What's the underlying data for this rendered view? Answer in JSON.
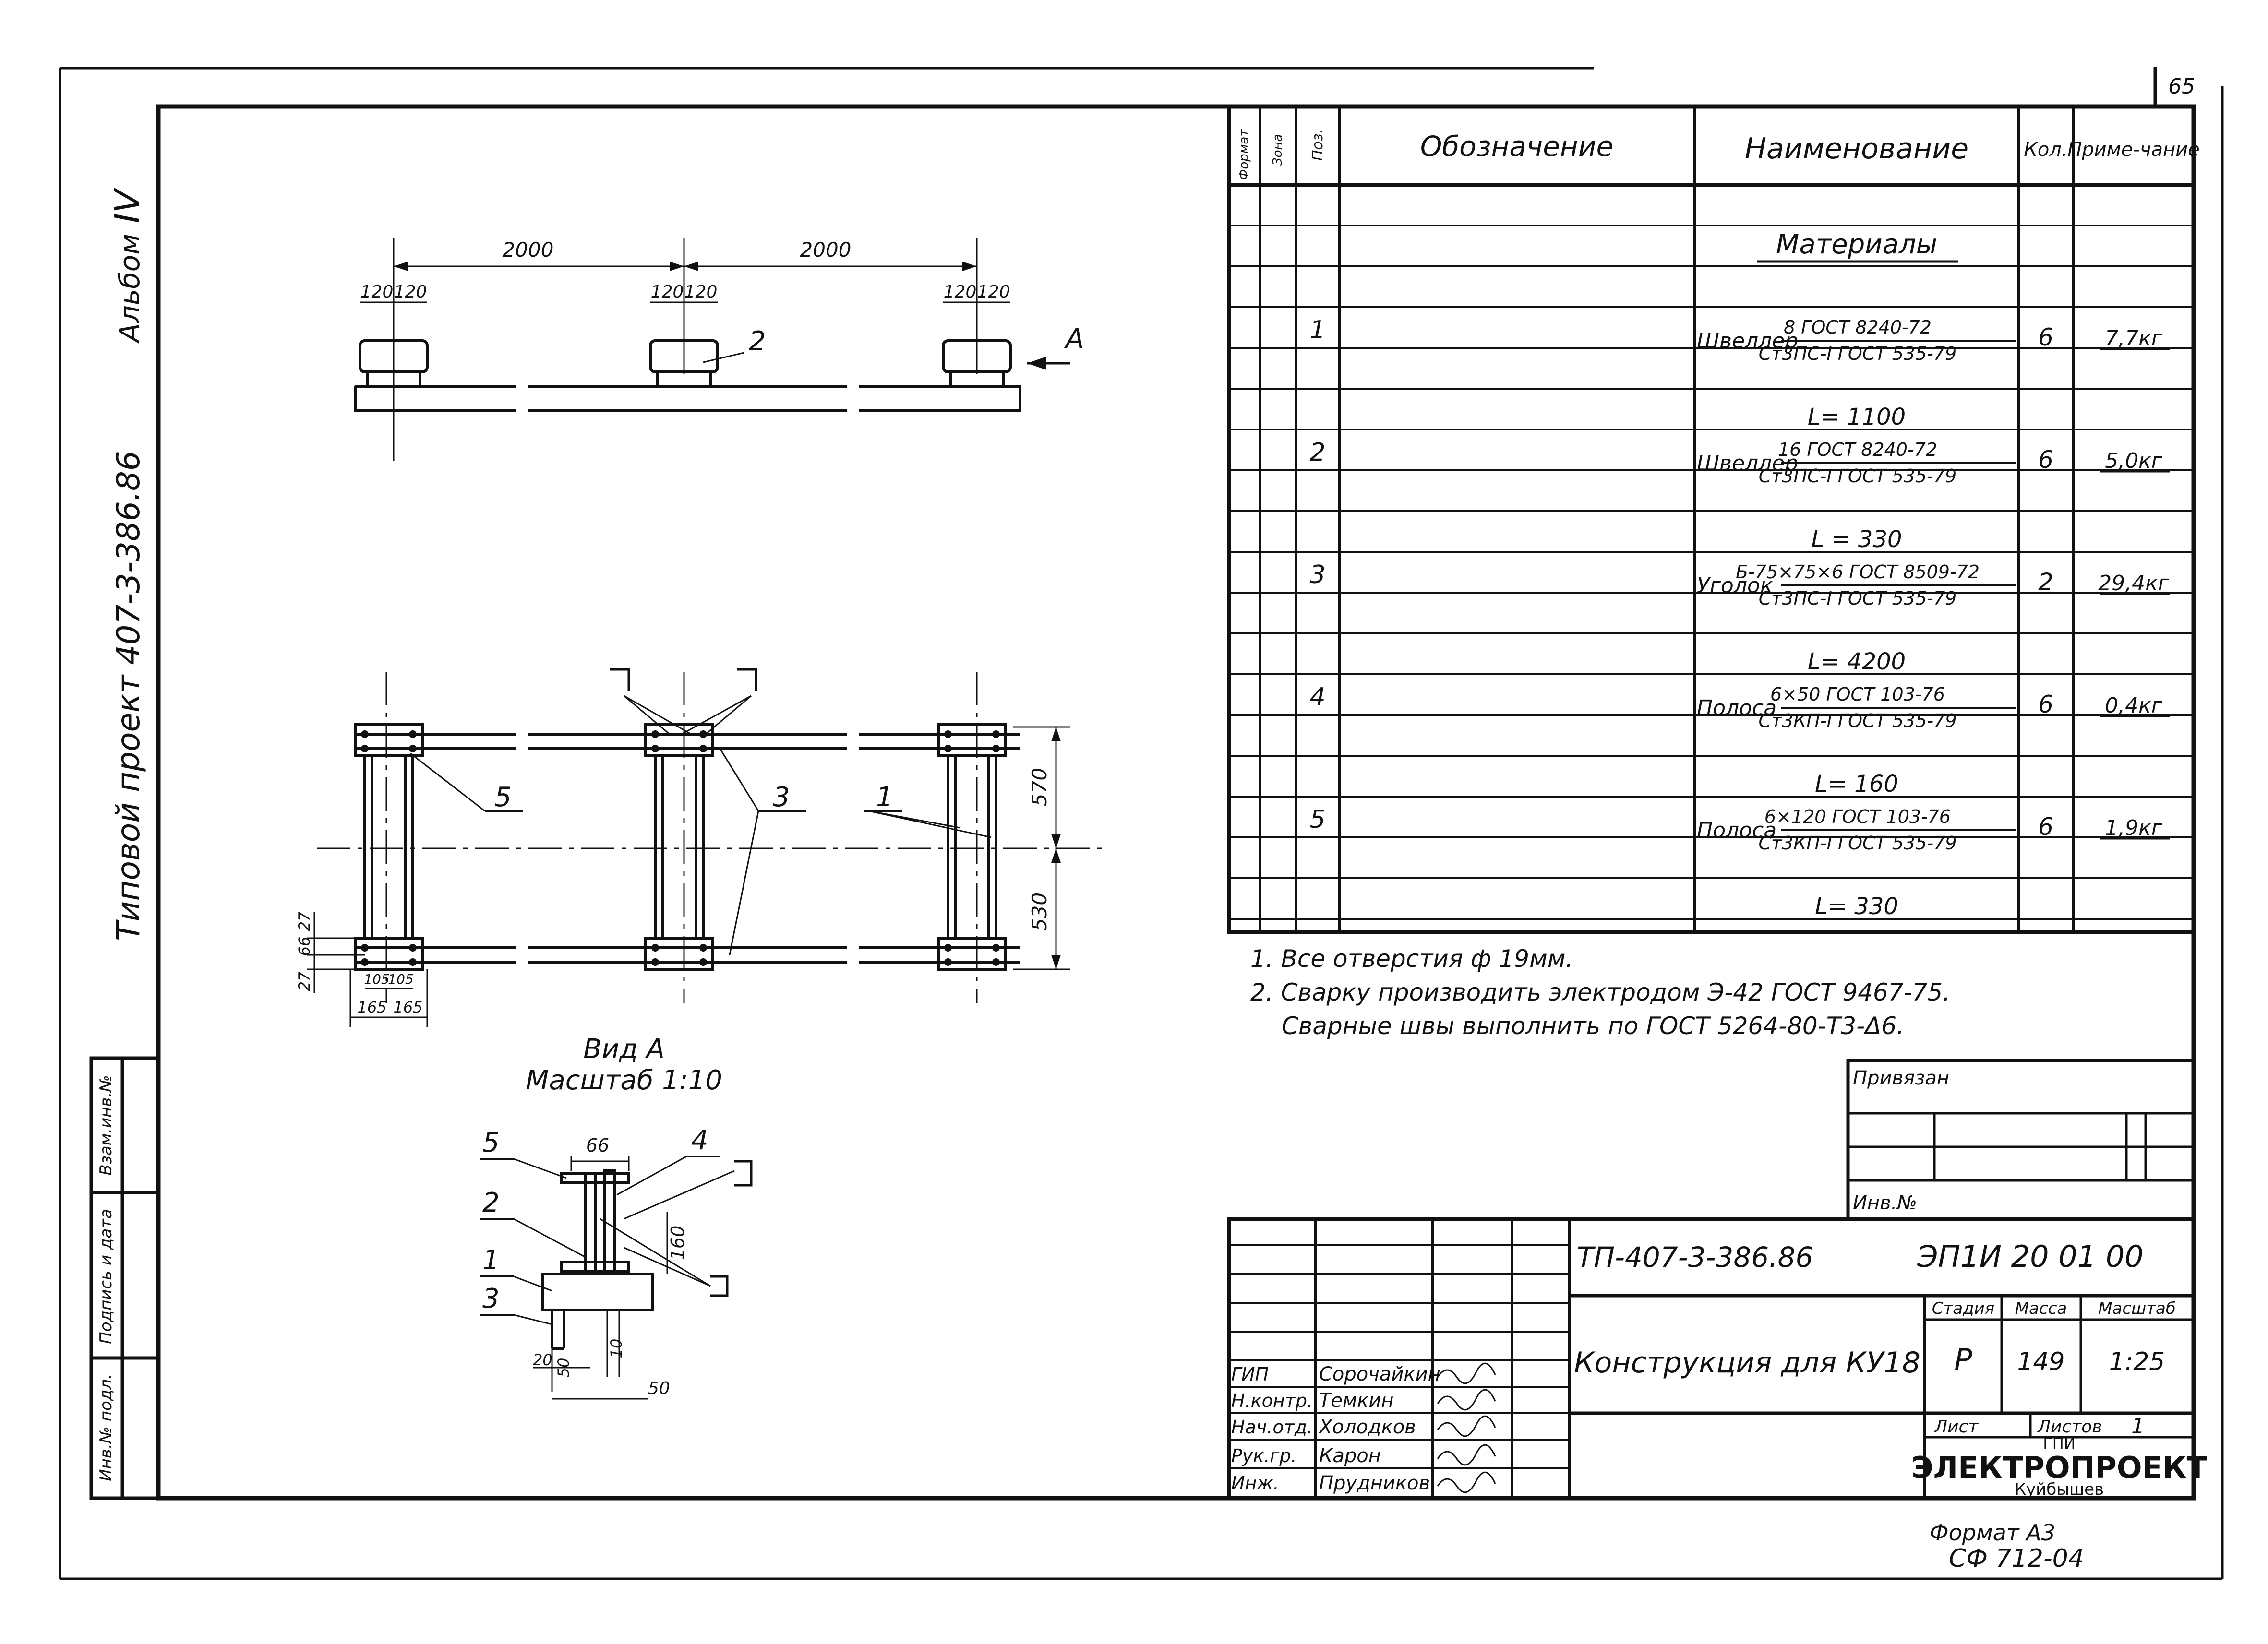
{
  "page_number": "65",
  "side_block": {
    "album_label": "Альбом",
    "album_number": "IV",
    "project": "Типовой проект 407-3-386.86",
    "inv_podl": "Инв.№ подл.",
    "sign_date": "Подпись и дата",
    "vzam_inv": "Взам.инв.№"
  },
  "spec_table": {
    "headers": [
      "Формат",
      "Зона",
      "Поз.",
      "Обозначение",
      "Наименование",
      "Кол.",
      "Приме-чание"
    ],
    "section_title": "Материалы",
    "rows": [
      {
        "pos": "1",
        "kind": "Швеллер",
        "num": "8 ГОСТ 8240-72",
        "den": "Ст3ПС-I ГОСТ 535-79",
        "qty": "6",
        "note": "7,7кг",
        "length": "L= 1100"
      },
      {
        "pos": "2",
        "kind": "Швеллер",
        "num": "16 ГОСТ 8240-72",
        "den": "Ст3ПС-I ГОСТ 535-79",
        "qty": "6",
        "note": "5,0кг",
        "length": "L = 330"
      },
      {
        "pos": "3",
        "kind": "Уголок",
        "num": "Б-75×75×6 ГОСТ 8509-72",
        "den": "Ст3ПС-I ГОСТ 535-79",
        "qty": "2",
        "note": "29,4кг",
        "length": "L= 4200"
      },
      {
        "pos": "4",
        "kind": "Полоса",
        "num": "6×50 ГОСТ 103-76",
        "den": "Ст3КП-I ГОСТ 535-79",
        "qty": "6",
        "note": "0,4кг",
        "length": "L= 160"
      },
      {
        "pos": "5",
        "kind": "Полоса",
        "num": "6×120 ГОСТ 103-76",
        "den": "Ст3КП-I ГОСТ 535-79",
        "qty": "6",
        "note": "1,9кг",
        "length": "L= 330"
      }
    ]
  },
  "notes": [
    "1. Все отверстия ф 19мм.",
    "2. Сварку производить электродом Э-42 ГОСТ 9467-75.",
    "Сварные швы выполнить по ГОСТ 5264-80-Т3-Δ6."
  ],
  "drawing": {
    "top_dims": {
      "span1": "2000",
      "span2": "2000",
      "w1": "120",
      "w2": "120"
    },
    "arrow_label": "А",
    "plan_dims": {
      "d570": "570",
      "d530": "530",
      "d27": "27",
      "d66": "66",
      "d105": "105",
      "d165": "165"
    },
    "view_title": "Вид А",
    "view_scale": "Масштаб 1:10",
    "section_dims": {
      "d66": "66",
      "d160": "160",
      "d10": "10",
      "d20": "20",
      "d50a": "50",
      "d50b": "50"
    },
    "callouts": [
      "1",
      "2",
      "3",
      "4",
      "5"
    ]
  },
  "binding_block": {
    "privyazan": "Привязан",
    "inv_no": "Инв.№"
  },
  "title_block": {
    "doc_code": "ТП-407-3-386.86",
    "doc_mark": "ЭП1И 20 01 00",
    "title": "Конструкция для КУ18",
    "stage_label": "Стадия",
    "mass_label": "Масса",
    "scale_label": "Масштаб",
    "stage": "Р",
    "mass": "149",
    "scale": "1:25",
    "sheet_label": "Лист",
    "sheets_label": "Листов",
    "sheets": "1",
    "org_top": "ГПИ",
    "org_name": "ЭЛЕКТРОПРОЕКТ",
    "org_city": "Куйбышев",
    "staff": [
      {
        "role": "ГИП",
        "name": "Сорочайкин"
      },
      {
        "role": "Н.контр.",
        "name": "Темкин"
      },
      {
        "role": "Нач.отд.",
        "name": "Холодков"
      },
      {
        "role": "Рук.гр.",
        "name": "Карон"
      },
      {
        "role": "Инж.",
        "name": "Прудников"
      }
    ]
  },
  "format": {
    "line1": "Формат А3",
    "line2": "СФ 712-04"
  }
}
